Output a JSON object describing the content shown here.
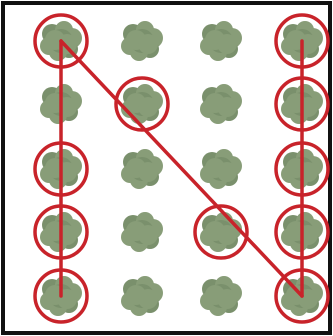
{
  "puzzle": {
    "rows": 5,
    "cols": 4,
    "colors": {
      "background": "#ffffff",
      "frame": "#111111",
      "bush": "#889d78",
      "bush_shade": "#7a906c",
      "marker": "#c8232a",
      "path": "#c8232a"
    },
    "cell_icon": "bush-icon",
    "selected_cells": [
      [
        0,
        0
      ],
      [
        1,
        1
      ],
      [
        3,
        2
      ],
      [
        4,
        3
      ],
      [
        3,
        3
      ],
      [
        2,
        3
      ],
      [
        1,
        3
      ],
      [
        0,
        3
      ],
      [
        4,
        0
      ],
      [
        3,
        0
      ],
      [
        2,
        0
      ]
    ],
    "path_lines": [
      {
        "from": [
          0,
          0
        ],
        "to": [
          4,
          0
        ]
      },
      {
        "from": [
          0,
          0
        ],
        "to": [
          4,
          3
        ]
      },
      {
        "from": [
          0,
          3
        ],
        "to": [
          4,
          3
        ]
      }
    ]
  }
}
